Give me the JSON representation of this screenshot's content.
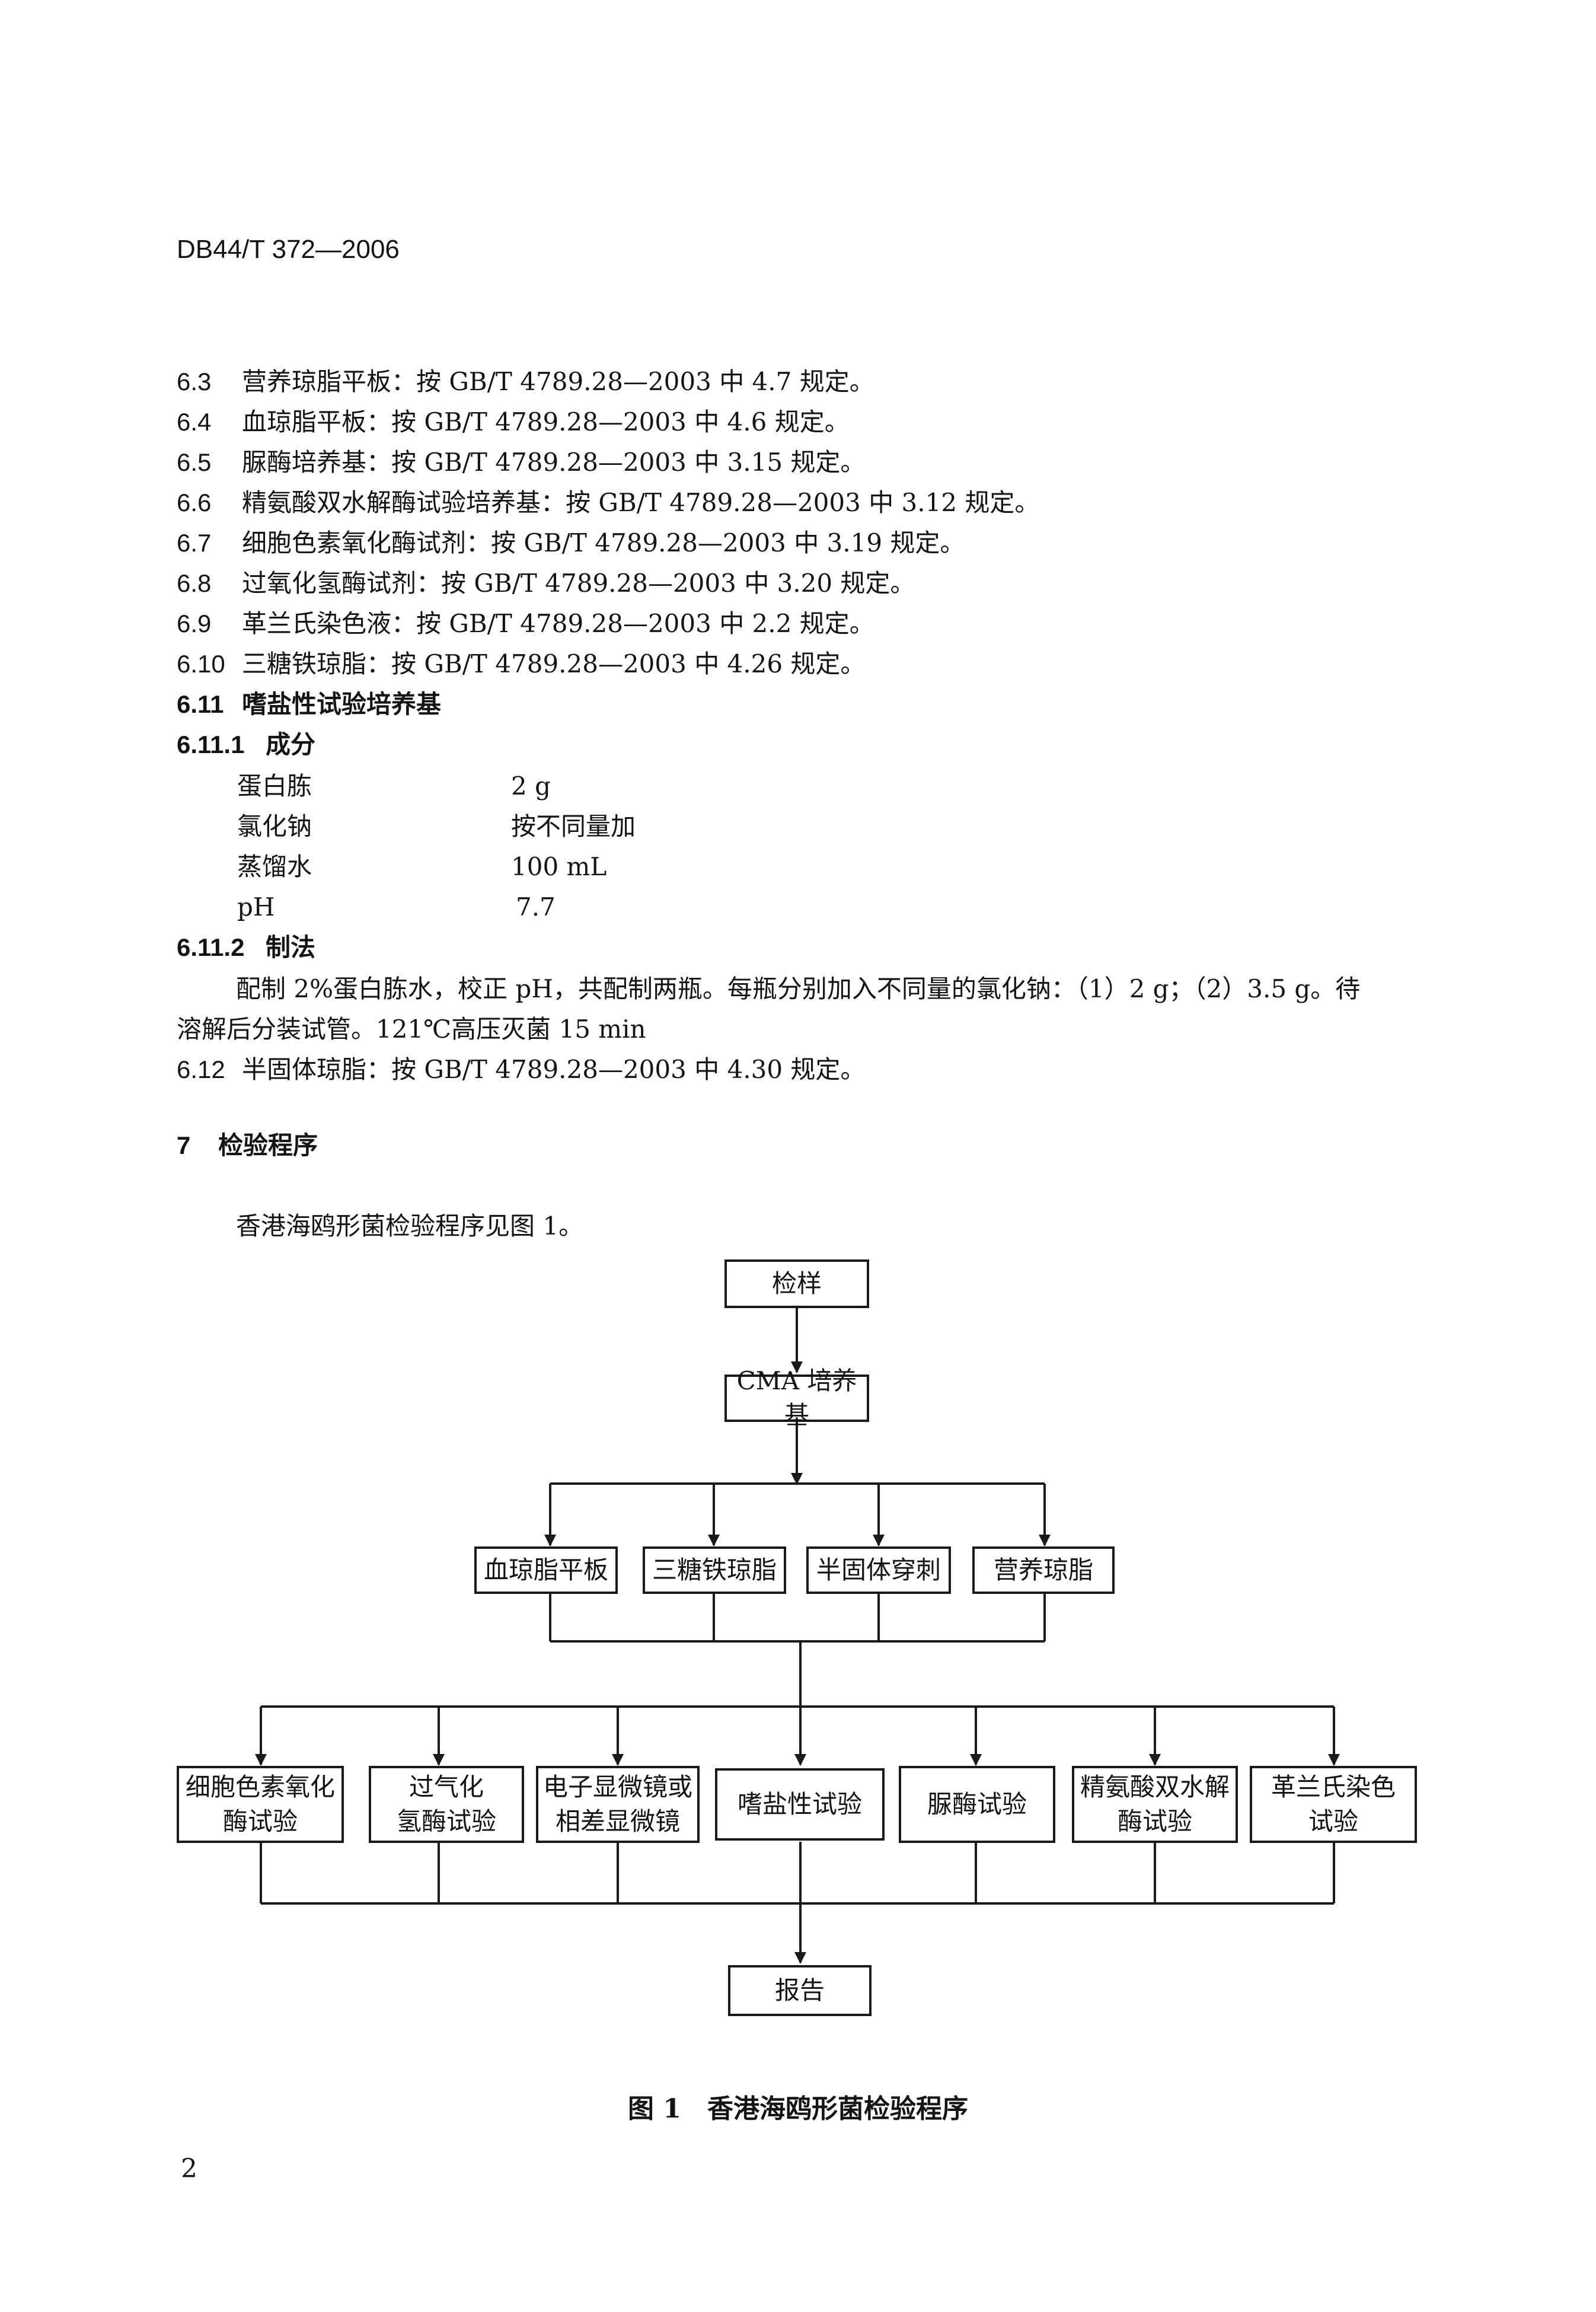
{
  "header": "DB44/T 372—2006",
  "items": [
    {
      "num": "6.3",
      "text": "营养琼脂平板：按 GB/T 4789.28—2003 中 4.7 规定。"
    },
    {
      "num": "6.4",
      "text": "血琼脂平板：按 GB/T 4789.28—2003 中 4.6 规定。"
    },
    {
      "num": "6.5",
      "text": "脲酶培养基：按 GB/T 4789.28—2003 中 3.15 规定。"
    },
    {
      "num": "6.6",
      "text": "精氨酸双水解酶试验培养基：按 GB/T 4789.28—2003 中 3.12 规定。"
    },
    {
      "num": "6.7",
      "text": "细胞色素氧化酶试剂：按 GB/T 4789.28—2003 中 3.19 规定。"
    },
    {
      "num": "6.8",
      "text": "过氧化氢酶试剂：按 GB/T 4789.28—2003 中 3.20 规定。"
    },
    {
      "num": "6.9",
      "text": "革兰氏染色液：按 GB/T 4789.28—2003 中 2.2 规定。"
    },
    {
      "num": "6.10",
      "text": "三糖铁琼脂：按 GB/T 4789.28—2003 中 4.26 规定。"
    }
  ],
  "s611": {
    "num": "6.11",
    "text": "嗜盐性试验培养基"
  },
  "s6111": {
    "num": "6.11.1",
    "text": "成分"
  },
  "ingredients": [
    {
      "name": "蛋白胨",
      "amount": "2 g"
    },
    {
      "name": "氯化钠",
      "amount": "按不同量加"
    },
    {
      "name": "蒸馏水",
      "amount": "100 mL"
    },
    {
      "name": "pH",
      "amount": "7.7"
    }
  ],
  "s6112": {
    "num": "6.11.2",
    "text": "制法"
  },
  "prep": {
    "line1": "配制 2%蛋白胨水，校正 pH，共配制两瓶。每瓶分别加入不同量的氯化钠：（1）2 g；（2）3.5 g。待",
    "line2": "溶解后分装试管。121℃高压灭菌 15 min"
  },
  "s612": {
    "num": "6.12",
    "text": "半固体琼脂：按 GB/T 4789.28—2003 中 4.30 规定。"
  },
  "s7": {
    "num": "7",
    "text": "检验程序"
  },
  "intro": "香港海鸥形菌检验程序见图 1。",
  "flow": {
    "start": "检样",
    "medium": "CMA 培养基",
    "level2": [
      "血琼脂平板",
      "三糖铁琼脂",
      "半固体穿刺",
      "营养琼脂"
    ],
    "level3": [
      [
        "细胞色素氧化",
        "酶试验"
      ],
      [
        "过气化",
        "氢酶试验"
      ],
      [
        "电子显微镜或",
        "相差显微镜"
      ],
      [
        "嗜盐性试验"
      ],
      [
        "脲酶试验"
      ],
      [
        "精氨酸双水解",
        "酶试验"
      ],
      [
        "革兰氏染色",
        "试验"
      ]
    ],
    "end": "报告"
  },
  "caption": "图 1　香港海鸥形菌检验程序",
  "page_number": "2"
}
